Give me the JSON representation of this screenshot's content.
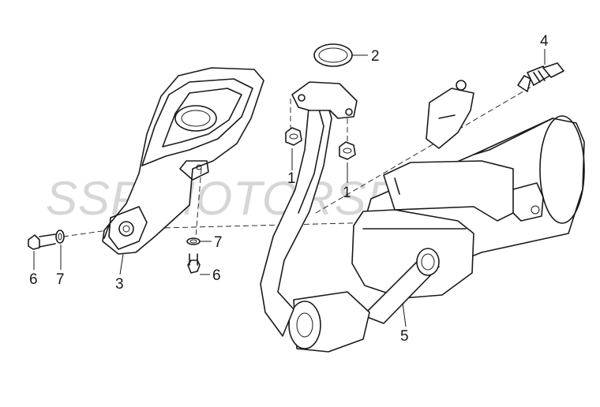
{
  "watermark": "SSP MOTORSPORTS",
  "callouts": {
    "c1a": "1",
    "c1b": "1",
    "c2": "2",
    "c3": "3",
    "c4": "4",
    "c5": "5",
    "c6a": "6",
    "c6b": "6",
    "c7a": "7",
    "c7b": "7"
  }
}
